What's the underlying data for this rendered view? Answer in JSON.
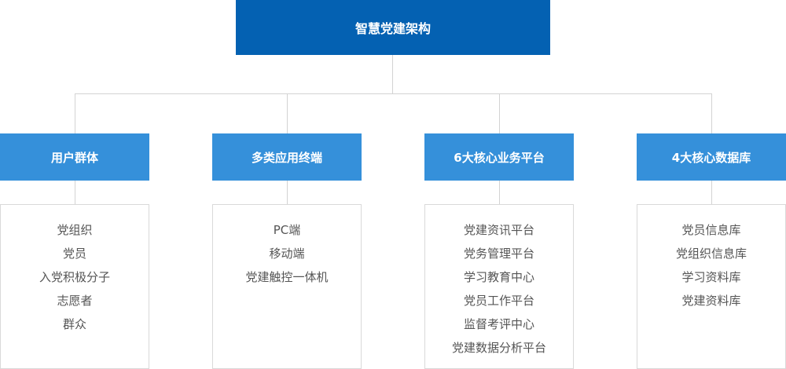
{
  "root": {
    "label": "智慧党建架构"
  },
  "branches": [
    {
      "label": "用户群体",
      "items": [
        "党组织",
        "党员",
        "入党积极分子",
        "志愿者",
        "群众"
      ]
    },
    {
      "label": "多类应用终端",
      "items": [
        "PC端",
        "移动端",
        "党建触控一体机"
      ]
    },
    {
      "label": "6大核心业务平台",
      "items": [
        "党建资讯平台",
        "党务管理平台",
        "学习教育中心",
        "党员工作平台",
        "监督考评中心",
        "党建数据分析平台"
      ]
    },
    {
      "label": "4大核心数据库",
      "items": [
        "党员信息库",
        "党组织信息库",
        "学习资料库",
        "党建资料库"
      ]
    }
  ],
  "colors": {
    "root": "#0461b2",
    "branch": "#3590da",
    "connector": "#d3d3d3",
    "item_text": "#555555"
  }
}
